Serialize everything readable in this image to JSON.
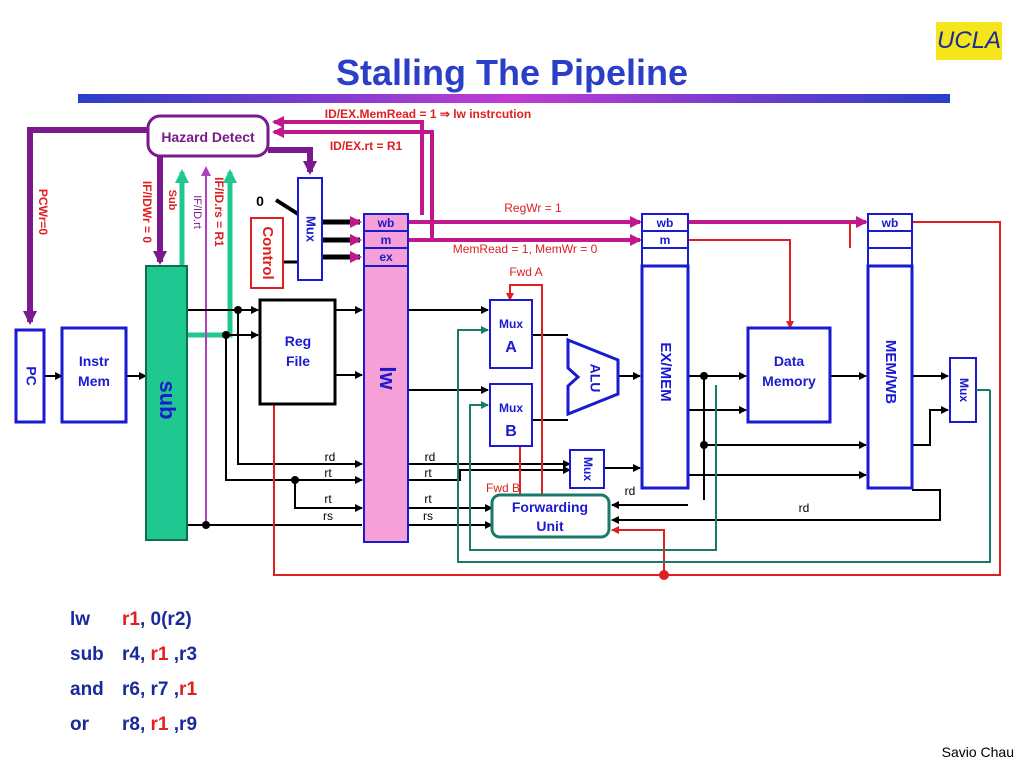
{
  "slide": {
    "title": "Stalling The Pipeline",
    "logo": "UCLA",
    "credit": "Savio Chau"
  },
  "diagram": {
    "hazard_detect": "Hazard Detect",
    "signal_idex_memread": "ID/EX.MemRead = 1 ⇒ lw instrcution",
    "signal_idex_rt": "ID/EX.rt = R1",
    "pcwr": "PCWr=0",
    "ifidwr": "IF/IDWr = 0",
    "sub_label": "Sub",
    "ifid_rt": "IF/ID.rt",
    "ifid_rs": "IF/ID.rs = R1",
    "zero": "0",
    "mux": "Mux",
    "control": "Control",
    "pc": "PC",
    "instr_mem_1": "Instr",
    "instr_mem_2": "Mem",
    "ifid_instr": "sub",
    "reg_file_1": "Reg",
    "reg_file_2": "File",
    "idex_instr": "lw",
    "wb": "wb",
    "m": "m",
    "ex": "ex",
    "regwr": "RegWr = 1",
    "memread_memwr": "MemRead = 1, MemWr = 0",
    "fwd_a": "Fwd A",
    "fwd_b": "Fwd B",
    "mux_a_1": "Mux",
    "mux_a_2": "A",
    "mux_b_1": "Mux",
    "mux_b_2": "B",
    "alu": "ALU",
    "ex_mem": "EX/MEM",
    "data_memory_1": "Data",
    "data_memory_2": "Memory",
    "mem_wb": "MEM/WB",
    "forwarding_unit_1": "Forwarding",
    "forwarding_unit_2": "Unit",
    "rd": "rd",
    "rt": "rt",
    "rs": "rs"
  },
  "code": [
    {
      "op": "lw",
      "parts": [
        {
          "t": "r1",
          "red": true
        },
        {
          "t": ", 0(r2)",
          "red": false
        }
      ]
    },
    {
      "op": "sub",
      "parts": [
        {
          "t": "r4,",
          "red": false
        },
        {
          "t": " r1",
          "red": true
        },
        {
          "t": " ,r3",
          "red": false
        }
      ]
    },
    {
      "op": "and",
      "parts": [
        {
          "t": "r6, r7 ,",
          "red": false
        },
        {
          "t": "r1",
          "red": true
        }
      ]
    },
    {
      "op": "or",
      "parts": [
        {
          "t": "r8, ",
          "red": false
        },
        {
          "t": "r1",
          "red": true
        },
        {
          "t": " ,r9",
          "red": false
        }
      ]
    }
  ],
  "colors": {
    "title": "#2a3ec8",
    "purple": "#7a1a8c",
    "magenta": "#c0188c",
    "green": "#1ec890",
    "red": "#e02020",
    "teal": "#1a7a6a",
    "blue": "#1a1ad0",
    "pink": "#f6a0d8"
  }
}
